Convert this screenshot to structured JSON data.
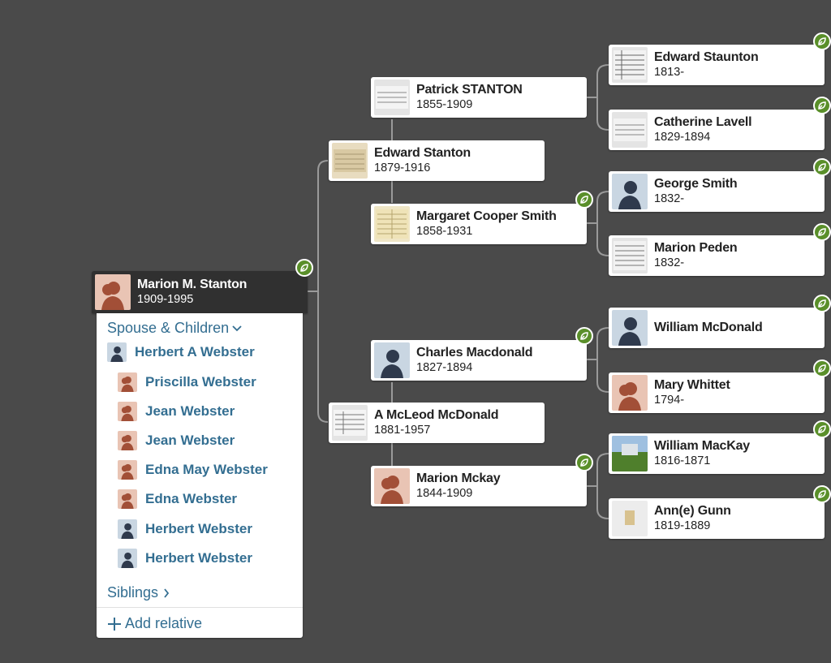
{
  "focus": {
    "name": "Marion M. Stanton",
    "dates": "1909-1995"
  },
  "tree": {
    "patrick": {
      "name": "Patrick STANTON",
      "dates": "1855-1909"
    },
    "edward_stanton": {
      "name": "Edward Stanton",
      "dates": "1879-1916"
    },
    "margaret": {
      "name": "Margaret Cooper Smith",
      "dates": "1858-1931"
    },
    "charles": {
      "name": "Charles Macdonald",
      "dates": "1827-1894"
    },
    "amcleod": {
      "name": "A McLeod McDonald",
      "dates": "1881-1957"
    },
    "marion_mckay": {
      "name": "Marion Mckay",
      "dates": "1844-1909"
    },
    "edward_staunton": {
      "name": "Edward Staunton",
      "dates": "1813-"
    },
    "catherine": {
      "name": "Catherine Lavell",
      "dates": "1829-1894"
    },
    "george": {
      "name": "George Smith",
      "dates": "1832-"
    },
    "marion_peden": {
      "name": "Marion Peden",
      "dates": "1832-"
    },
    "william_mcdonald": {
      "name": "William McDonald",
      "dates": ""
    },
    "mary": {
      "name": "Mary Whittet",
      "dates": "1794-"
    },
    "william_mackay": {
      "name": "William MacKay",
      "dates": "1816-1871"
    },
    "anne": {
      "name": "Ann(e) Gunn",
      "dates": "1819-1889"
    }
  },
  "panel": {
    "spouse_children_label": "Spouse & Children",
    "spouse": {
      "name": "Herbert A Webster"
    },
    "children": [
      {
        "name": "Priscilla Webster",
        "gender": "f"
      },
      {
        "name": "Jean Webster",
        "gender": "f"
      },
      {
        "name": "Jean Webster",
        "gender": "f"
      },
      {
        "name": "Edna May Webster",
        "gender": "f"
      },
      {
        "name": "Edna Webster",
        "gender": "f"
      },
      {
        "name": "Herbert Webster",
        "gender": "m"
      },
      {
        "name": "Herbert Webster",
        "gender": "m"
      }
    ],
    "siblings_label": "Siblings",
    "add_relative_label": "Add relative"
  },
  "colors": {
    "background": "#4a4a4a",
    "link": "#336e91",
    "hint_green": "#5a8f2a",
    "focus_card": "#303030"
  }
}
